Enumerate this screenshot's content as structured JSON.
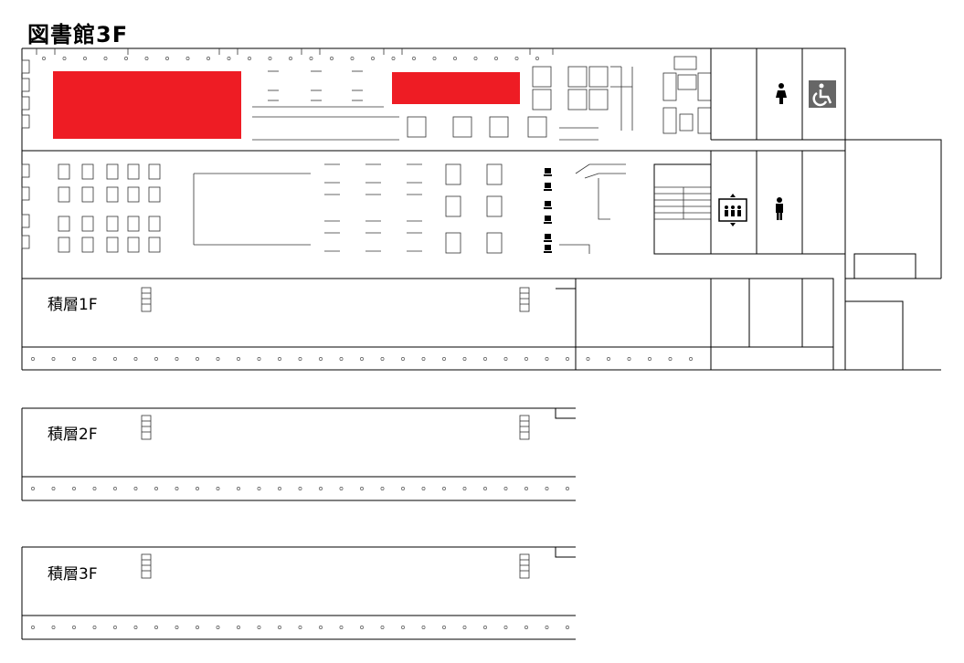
{
  "map": {
    "title": "図書館3F",
    "stack_labels": [
      "積層1F",
      "積層2F",
      "積層3F"
    ],
    "highlight_color": "#ee1c24",
    "icons": {
      "women_restroom": "female-restroom-icon",
      "accessible_restroom": "wheelchair-icon",
      "men_restroom": "male-restroom-icon",
      "elevator": "elevator-icon",
      "computer": "computer-icon",
      "stairs": "stairs-icon"
    }
  }
}
